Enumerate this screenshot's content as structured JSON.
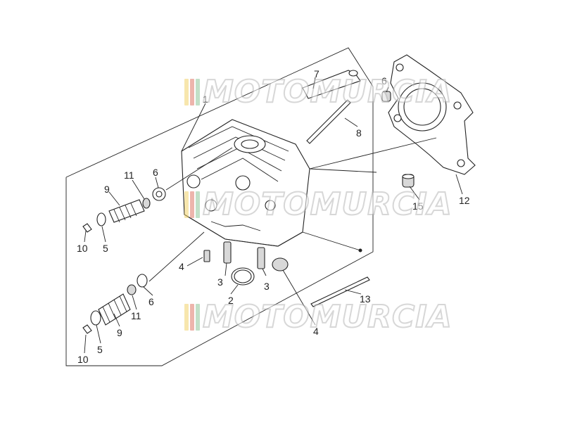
{
  "watermark": {
    "text": "MOTOMURCIA",
    "bar_colors": [
      "#f2d36b",
      "#e07a6a",
      "#8fc79a"
    ]
  },
  "callouts": {
    "c1": "1",
    "c2": "2",
    "c3a": "3",
    "c3b": "3",
    "c4a": "4",
    "c4b": "4",
    "c5a": "5",
    "c5b": "5",
    "c6a": "6",
    "c6b": "6",
    "c6c": "6",
    "c7": "7",
    "c8": "8",
    "c9a": "9",
    "c9b": "9",
    "c10a": "10",
    "c10b": "10",
    "c11a": "11",
    "c11b": "11",
    "c12": "12",
    "c13": "13",
    "c15": "15"
  }
}
